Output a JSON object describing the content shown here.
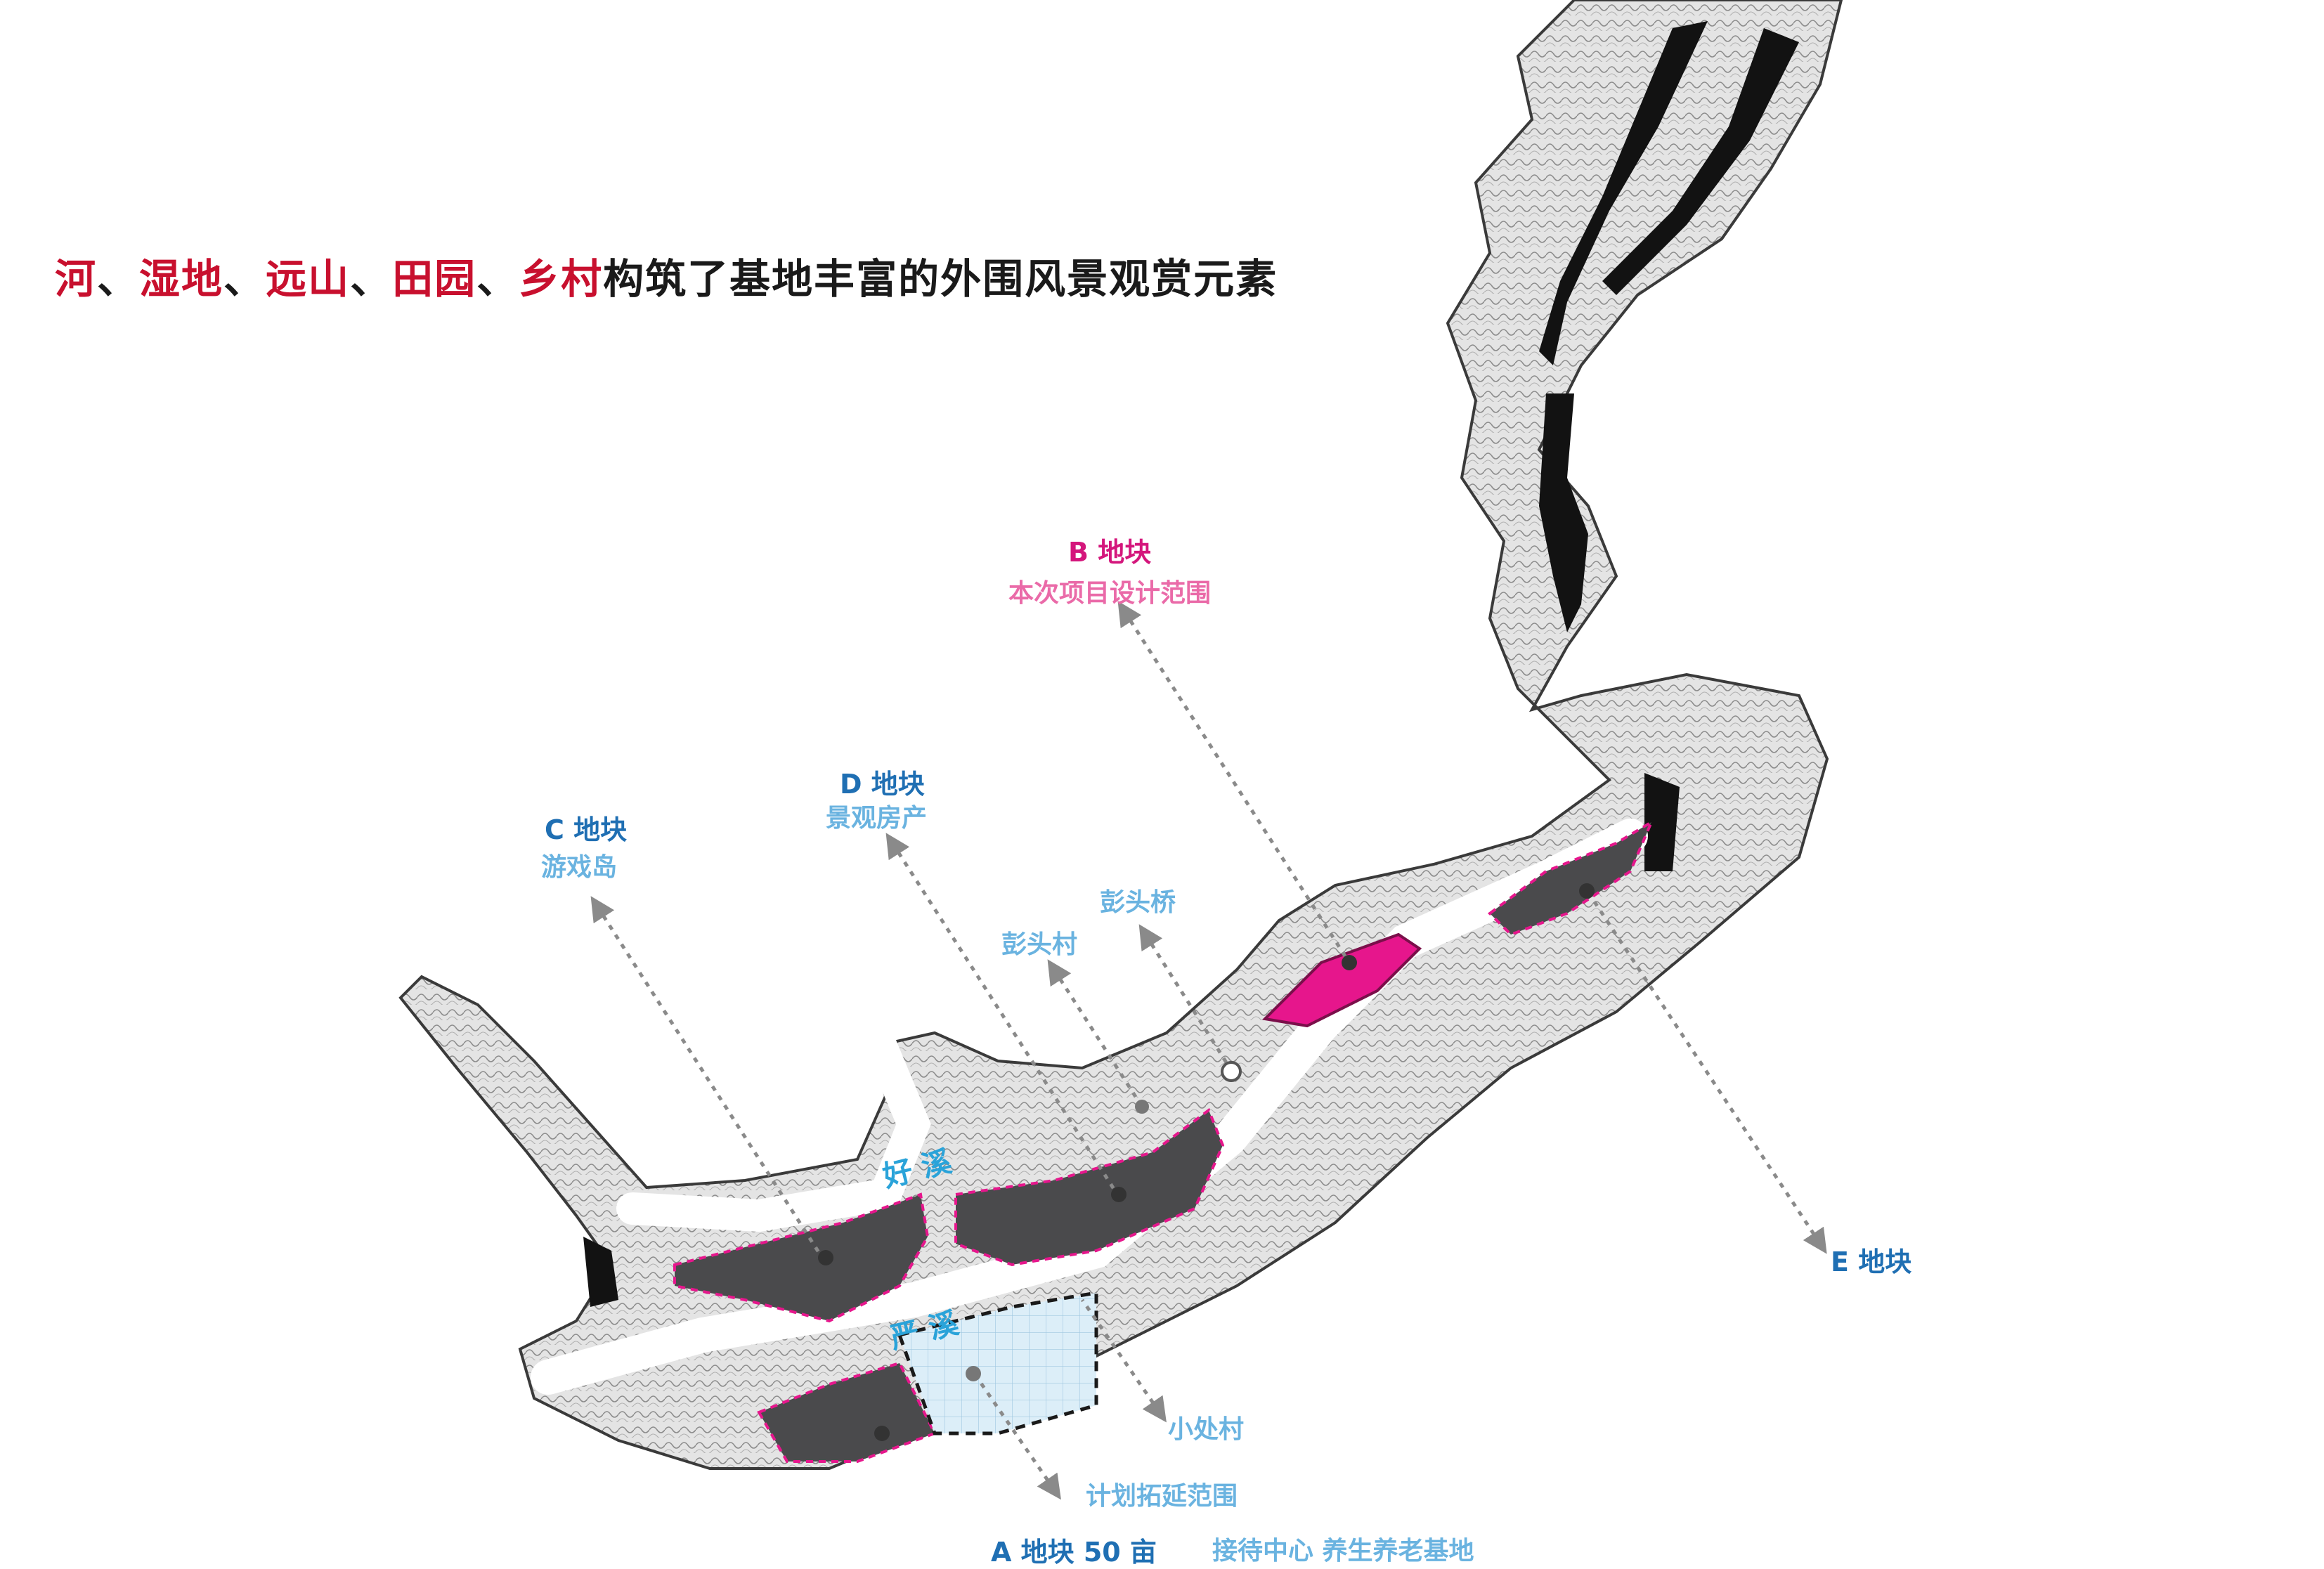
{
  "headline": {
    "red1": "河",
    "sep1": "、",
    "red2": "湿地",
    "sep2": "、",
    "red3": "远山",
    "sep3": "、",
    "red4": "田园",
    "sep4": "、",
    "red5": "乡村",
    "rest": "构筑了基地丰富的外围风景观赏元素"
  },
  "labels": {
    "b_title": "B 地块",
    "b_sub": "本次项目设计范围",
    "c_title": "C 地块",
    "c_sub": "游戏岛",
    "d_title": "D 地块",
    "d_sub": "景观房产",
    "e_title": "E 地块",
    "pengtou_bridge": "彭头桥",
    "pengtou_village": "彭头村",
    "xiaochu_village": "小处村",
    "expansion": "计划拓延范围",
    "a_title": "A 地块  50 亩",
    "a_sub": "接待中心  养生养老基地",
    "hao_river": "好 溪",
    "yan_river": "严 溪"
  },
  "colors": {
    "headline_red": "#c8102e",
    "title_blue": "#1f6fb3",
    "sub_blue": "#6ab3e0",
    "plot_b": "#e6168c",
    "plot_dark": "#4a4a4c",
    "leader": "#8a8a8a"
  }
}
